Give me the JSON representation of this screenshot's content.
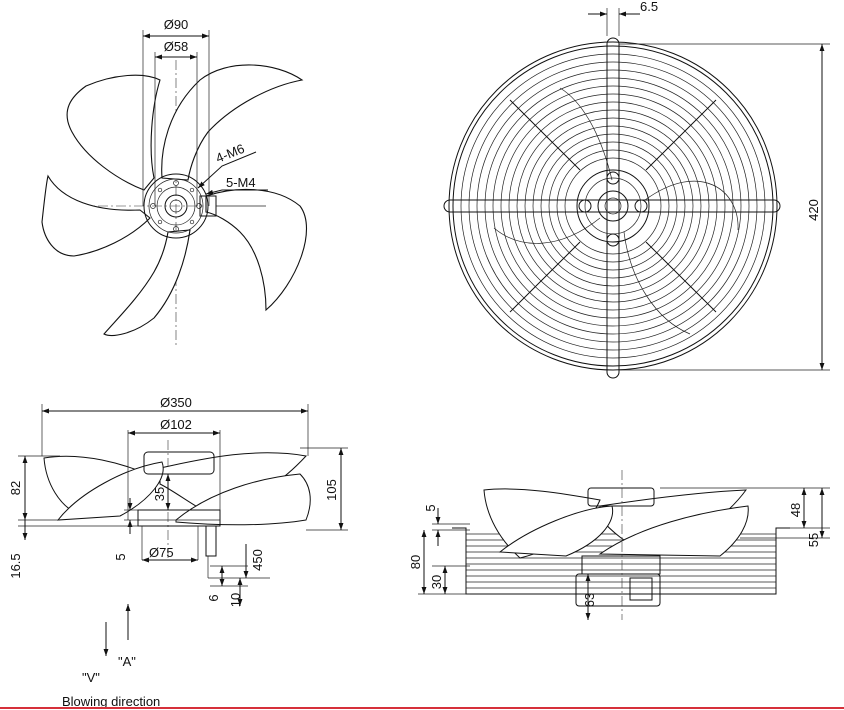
{
  "dimensions": {
    "hub_outer": "Ø90",
    "hub_inner": "Ø58",
    "hub_thread_1": "4-M6",
    "hub_thread_2": "5-M4",
    "guard_bar": "6.5",
    "guard_height": "420",
    "impeller_diameter": "Ø350",
    "motor_diameter": "Ø102",
    "blade_height": "82",
    "total_height": "105",
    "hub_height": "35",
    "hub_gap": "5",
    "base_height": "16.5",
    "shaft_diameter": "Ø75",
    "cable_length": "450",
    "cable_6": "6",
    "cable_10": "10",
    "side_top_gap": "5",
    "side_height": "80",
    "side_base": "30",
    "side_motor": "48",
    "side_total": "55",
    "side_motor_depth": "63"
  },
  "labels": {
    "direction_v": "\"V\"",
    "direction_a": "\"A\"",
    "blowing_direction": "Blowing direction"
  },
  "colors": {
    "line": "#111111",
    "accent": "#d6303a",
    "background": "#ffffff"
  }
}
